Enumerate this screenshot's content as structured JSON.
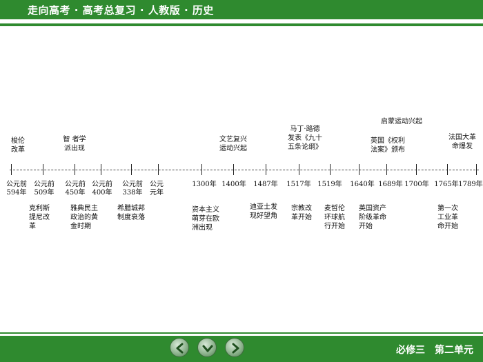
{
  "header": {
    "title": "走向高考 · 高考总复习 · 人教版 · 历史"
  },
  "footer": {
    "section": "必修三　第二单元"
  },
  "nav": {
    "prev": "previous",
    "down": "down",
    "next": "next"
  },
  "timeline": {
    "dates": [
      "公元前\n594年",
      "公元前\n509年",
      "公元前\n450年",
      "公元前\n400年",
      "公元前\n338年",
      "公元\n元年",
      "1300年",
      "1400年",
      "1487年",
      "1517年",
      "1519年",
      "1640年",
      "1689年",
      "1700年",
      "1765年",
      "1789年"
    ],
    "events_above": [
      "梭伦\n改革",
      "智 者学\n派出现",
      "文艺复兴\n运动兴起",
      "马丁·路德\n发表《九十\n五条论纲》",
      "启蒙运动兴起",
      "英国《权利\n法案》颁布",
      "法国大革\n命爆发"
    ],
    "events_below": [
      "克利斯\n提尼改\n革",
      "雅典民主\n政治的黄\n金时期",
      "希腊城邦\n制度衰落",
      "资本主义\n萌芽在欧\n洲出现",
      "迪亚士发\n现好望角",
      "宗教改\n革开始",
      "麦哲伦\n环球航\n行开始",
      "英国资产\n阶级革命\n开始",
      "第一次\n工业革\n命开始"
    ]
  }
}
